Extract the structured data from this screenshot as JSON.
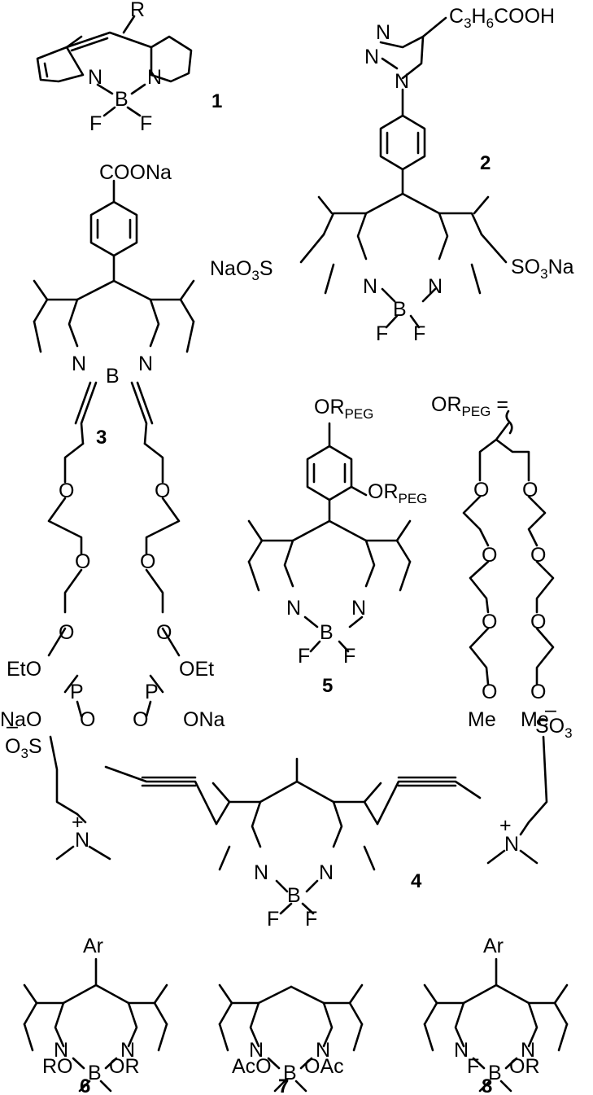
{
  "compounds": {
    "c1": {
      "number": "1",
      "R": "R",
      "B": "B",
      "F": "F",
      "N": "N"
    },
    "c2": {
      "number": "2",
      "N": "N",
      "B": "B",
      "F": "F",
      "sub_acid": "C3H6COOH",
      "acid_parts": [
        "C",
        "3",
        "H",
        "6",
        "COOH"
      ],
      "left_sulfonate": [
        "NaO",
        "3",
        "S"
      ],
      "right_sulfonate": [
        "SO",
        "3",
        "Na"
      ]
    },
    "c3": {
      "number": "3",
      "top_group": "COONa",
      "N": "N",
      "B": "B",
      "O": "O",
      "P": "P",
      "EtO": "EtO",
      "OEt": "OEt",
      "NaO": "NaO",
      "ONa": "ONa"
    },
    "c4": {
      "number": "4",
      "N": "N",
      "B": "B",
      "F": "F",
      "left_sulfonate": [
        "O",
        "3",
        "S"
      ],
      "right_sulfonate": [
        "SO",
        "3"
      ],
      "minus": "–",
      "plus": "+"
    },
    "c5": {
      "number": "5",
      "substituent": [
        "OR",
        "PEG"
      ],
      "N": "N",
      "B": "B",
      "F": "F"
    },
    "peg_def": {
      "label": [
        "OR",
        "PEG"
      ],
      "equals": "=",
      "O": "O",
      "Me": "Me"
    },
    "c6": {
      "number": "6",
      "Ar": "Ar",
      "N": "N",
      "B": "B",
      "RO": "RO",
      "OR": "OR"
    },
    "c7": {
      "number": "7",
      "N": "N",
      "B": "B",
      "AcO": "AcO",
      "OAc": "OAc"
    },
    "c8": {
      "number": "8",
      "Ar": "Ar",
      "N": "N",
      "B": "B",
      "F": "F",
      "OR": "OR"
    }
  }
}
